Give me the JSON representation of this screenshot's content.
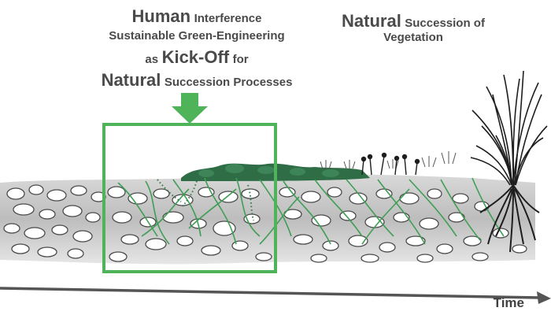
{
  "headings": {
    "human_interference": {
      "line1_strong": "Human",
      "line1_rest": "Interference",
      "line2": "Sustainable Green-Engineering",
      "line3_prefix": "as",
      "line3_strong": "Kick-Off",
      "line3_suffix": "for",
      "line4_strong": "Natural",
      "line4_rest": "Succession Processes"
    },
    "natural_succession": {
      "line1_strong": "Natural",
      "line1_rest": "Succession of",
      "line2": "Vegetation"
    }
  },
  "axis": {
    "label": "Time"
  },
  "colors": {
    "frame_green": "#4fb35a",
    "arrow_green": "#4fb35a",
    "root_green": "#3f9e55",
    "moss_dark_green": "#2f6d46",
    "soil_gray": "#c4c4c4",
    "axis_gray": "#555555",
    "tree_black": "#1e1e1e"
  }
}
